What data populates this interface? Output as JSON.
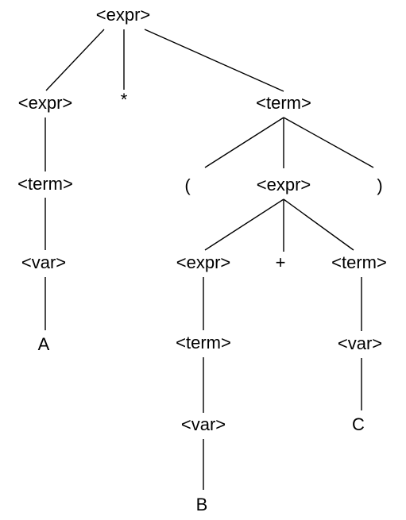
{
  "diagram": {
    "type": "parse-tree",
    "nodes": [
      {
        "id": "expr_root",
        "label": "<expr>"
      },
      {
        "id": "expr_left",
        "label": "<expr>"
      },
      {
        "id": "star",
        "label": "*"
      },
      {
        "id": "term_right",
        "label": "<term>"
      },
      {
        "id": "term_left",
        "label": "<term>"
      },
      {
        "id": "lparen",
        "label": "("
      },
      {
        "id": "expr_mid",
        "label": "<expr>"
      },
      {
        "id": "rparen",
        "label": ")"
      },
      {
        "id": "var_left",
        "label": "<var>"
      },
      {
        "id": "expr_inner",
        "label": "<expr>"
      },
      {
        "id": "plus",
        "label": "+"
      },
      {
        "id": "term_inner",
        "label": "<term>"
      },
      {
        "id": "a",
        "label": "A"
      },
      {
        "id": "term_b",
        "label": "<term>"
      },
      {
        "id": "var_c",
        "label": "<var>"
      },
      {
        "id": "var_b",
        "label": "<var>"
      },
      {
        "id": "c",
        "label": "C"
      },
      {
        "id": "b",
        "label": "B"
      }
    ],
    "edges": [
      [
        "expr_root",
        "expr_left"
      ],
      [
        "expr_root",
        "star"
      ],
      [
        "expr_root",
        "term_right"
      ],
      [
        "expr_left",
        "term_left"
      ],
      [
        "term_left",
        "var_left"
      ],
      [
        "var_left",
        "a"
      ],
      [
        "term_right",
        "lparen"
      ],
      [
        "term_right",
        "expr_mid"
      ],
      [
        "term_right",
        "rparen"
      ],
      [
        "expr_mid",
        "expr_inner"
      ],
      [
        "expr_mid",
        "plus"
      ],
      [
        "expr_mid",
        "term_inner"
      ],
      [
        "expr_inner",
        "term_b"
      ],
      [
        "term_b",
        "var_b"
      ],
      [
        "var_b",
        "b"
      ],
      [
        "term_inner",
        "var_c"
      ],
      [
        "var_c",
        "c"
      ]
    ]
  }
}
